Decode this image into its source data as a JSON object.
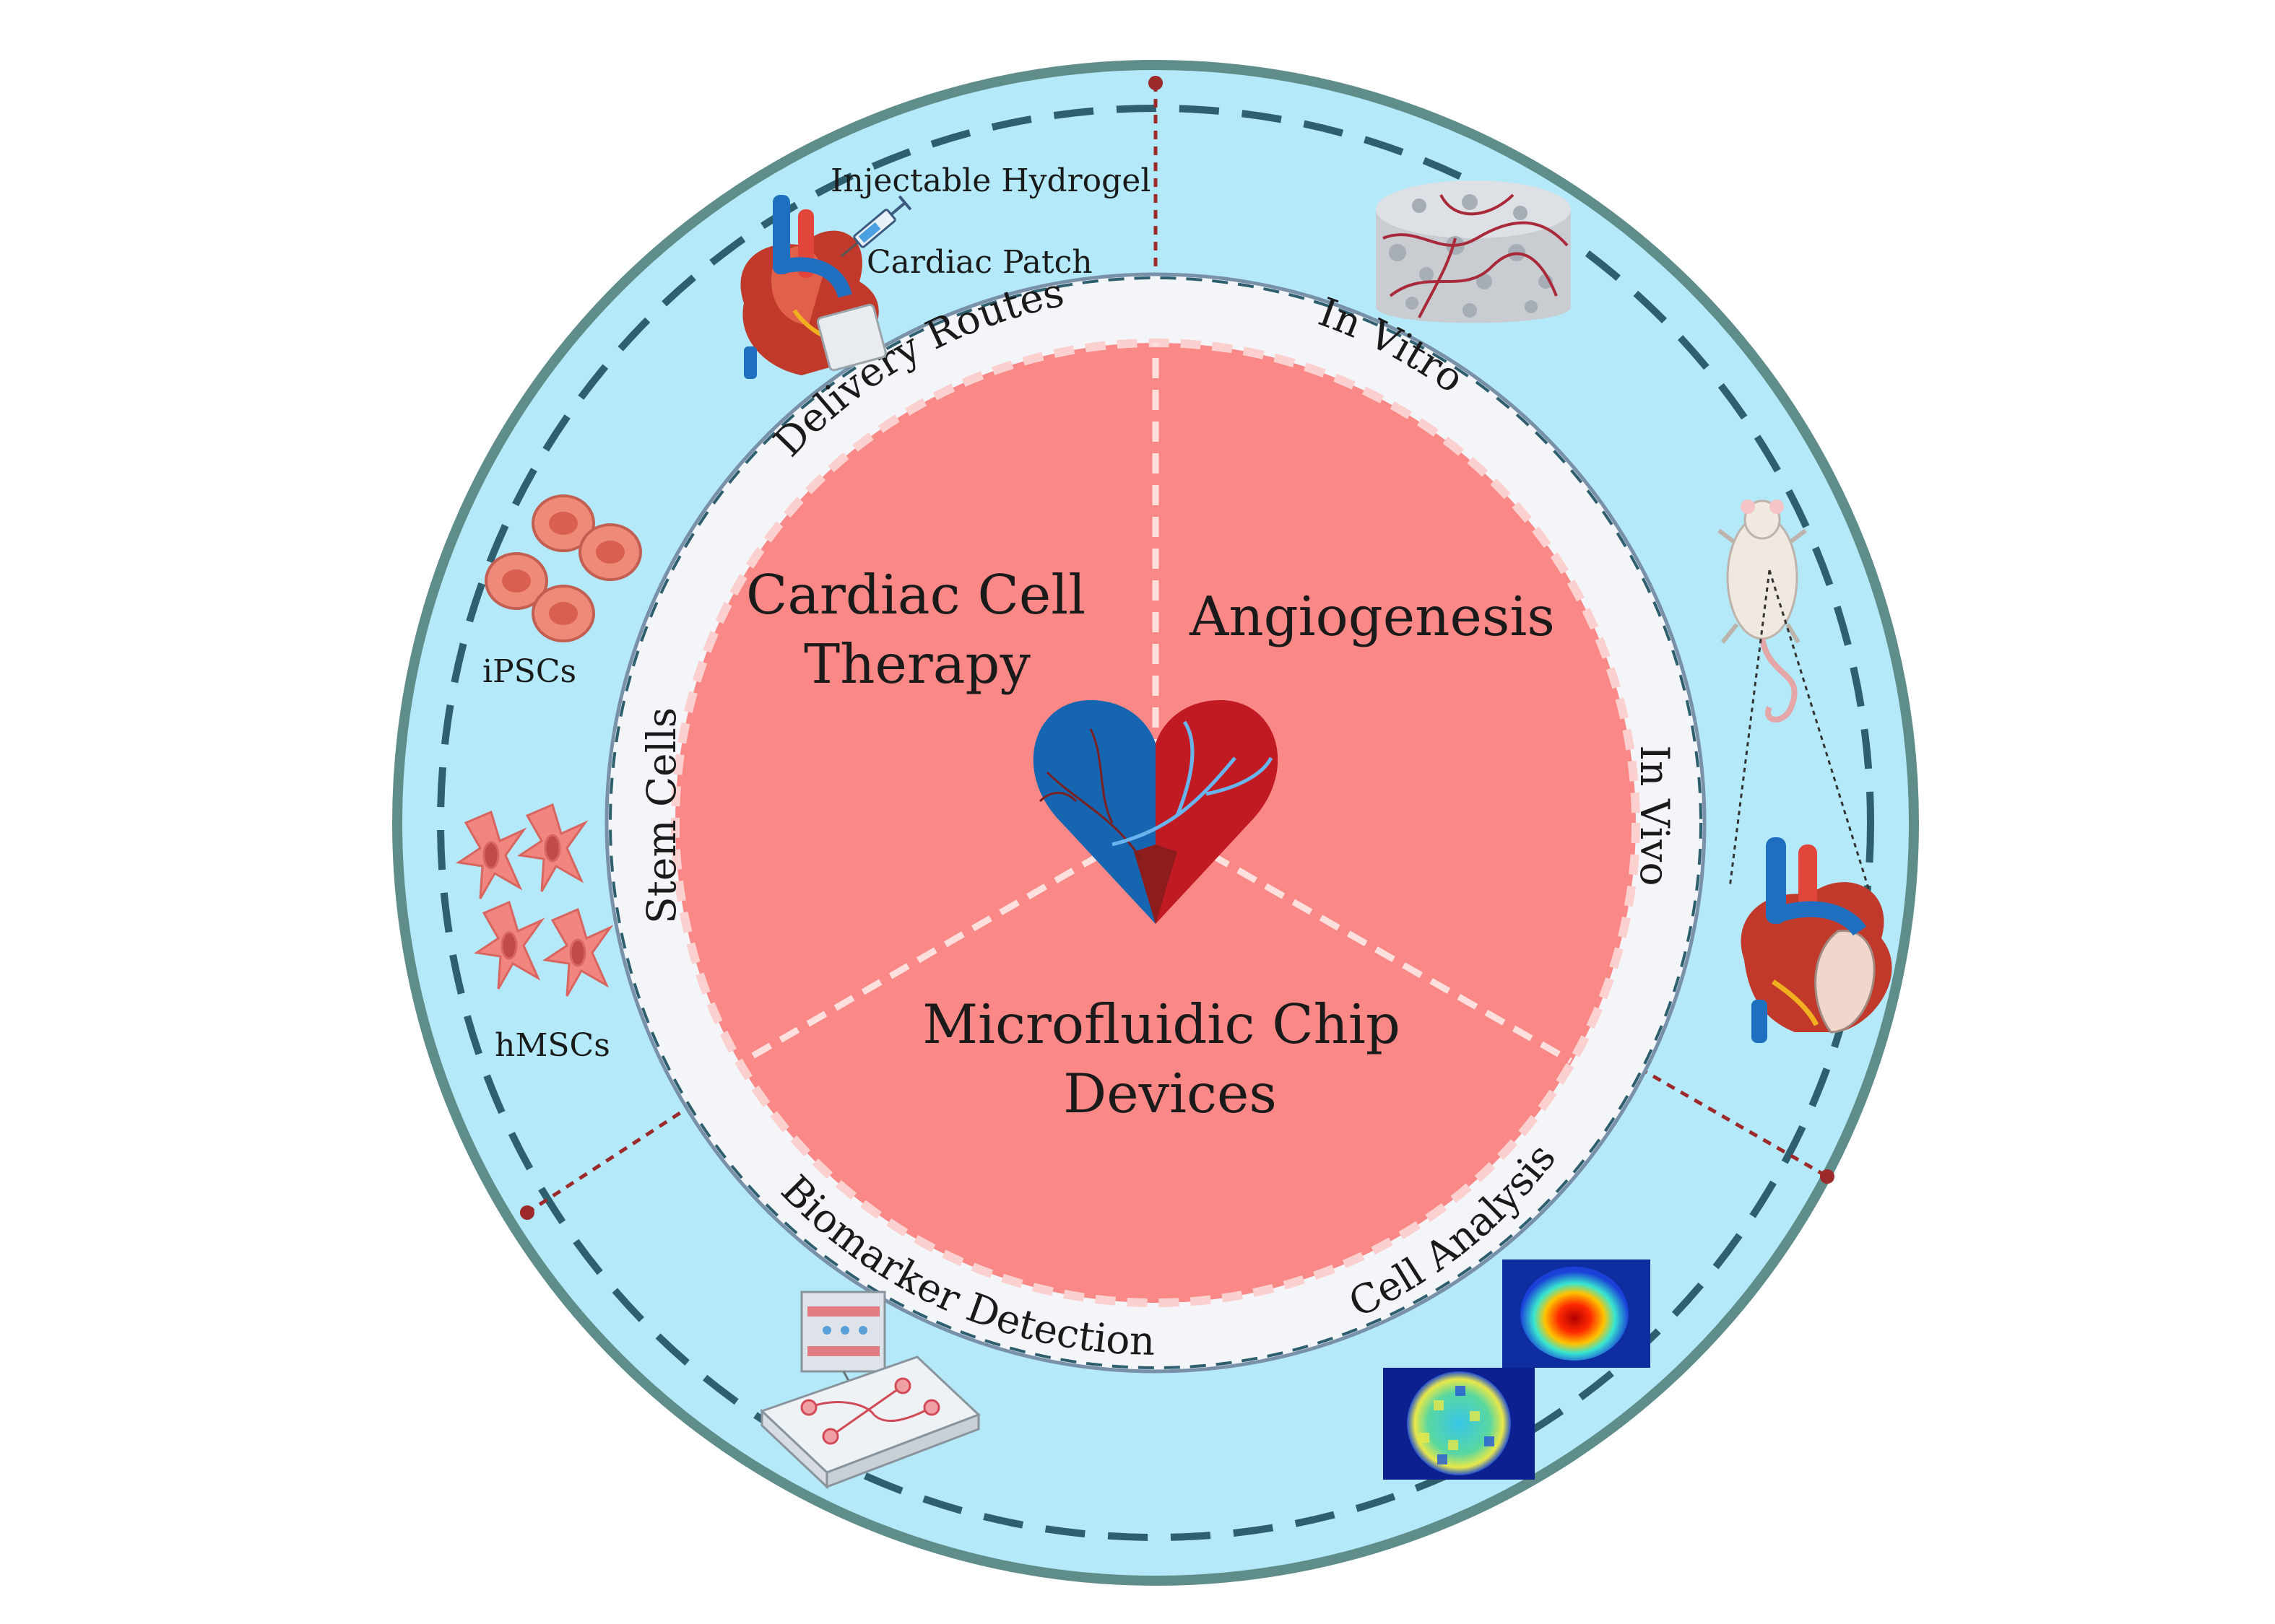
{
  "colors": {
    "outer_ring_fill": "#b3e9f8",
    "outer_ring_border": "#5f8e8a",
    "dashed_circle": "#2e5f6f",
    "white_ring": "#f3f5f8",
    "core_fill": "#f98886",
    "core_border": "#f9c2c0",
    "connector": "#9c2a2a",
    "heart_blue": "#1565b0",
    "heart_red": "#c11a22"
  },
  "sectors": {
    "cardiac_cell_therapy": [
      "Cardiac Cell",
      "Therapy"
    ],
    "angiogenesis": [
      "Angiogenesis"
    ],
    "microfluidic_chip_devices": [
      "Microfluidic Chip",
      "Devices"
    ]
  },
  "ring_labels": {
    "delivery_routes": "Delivery Routes",
    "in_vitro": "In Vitro",
    "in_vivo": "In Vivo",
    "cell_analysis": "Cell Analysis",
    "biomarker_detection": "Biomarker Detection",
    "stem_cells": "Stem Cells"
  },
  "icon_labels": {
    "injectable_hydrogel": "Injectable Hydrogel",
    "cardiac_patch": "Cardiac Patch",
    "ipscs": "iPSCs",
    "hmscs": "hMSCs"
  },
  "icons": [
    "heart-patch-icon",
    "syringe-icon",
    "scaffold-icon",
    "mouse-icon",
    "anatomical-heart-icon",
    "ipsc-cells-icon",
    "hmsc-cells-icon",
    "microfluidic-chip-icon",
    "heatmap-icon",
    "center-heart-icon"
  ]
}
